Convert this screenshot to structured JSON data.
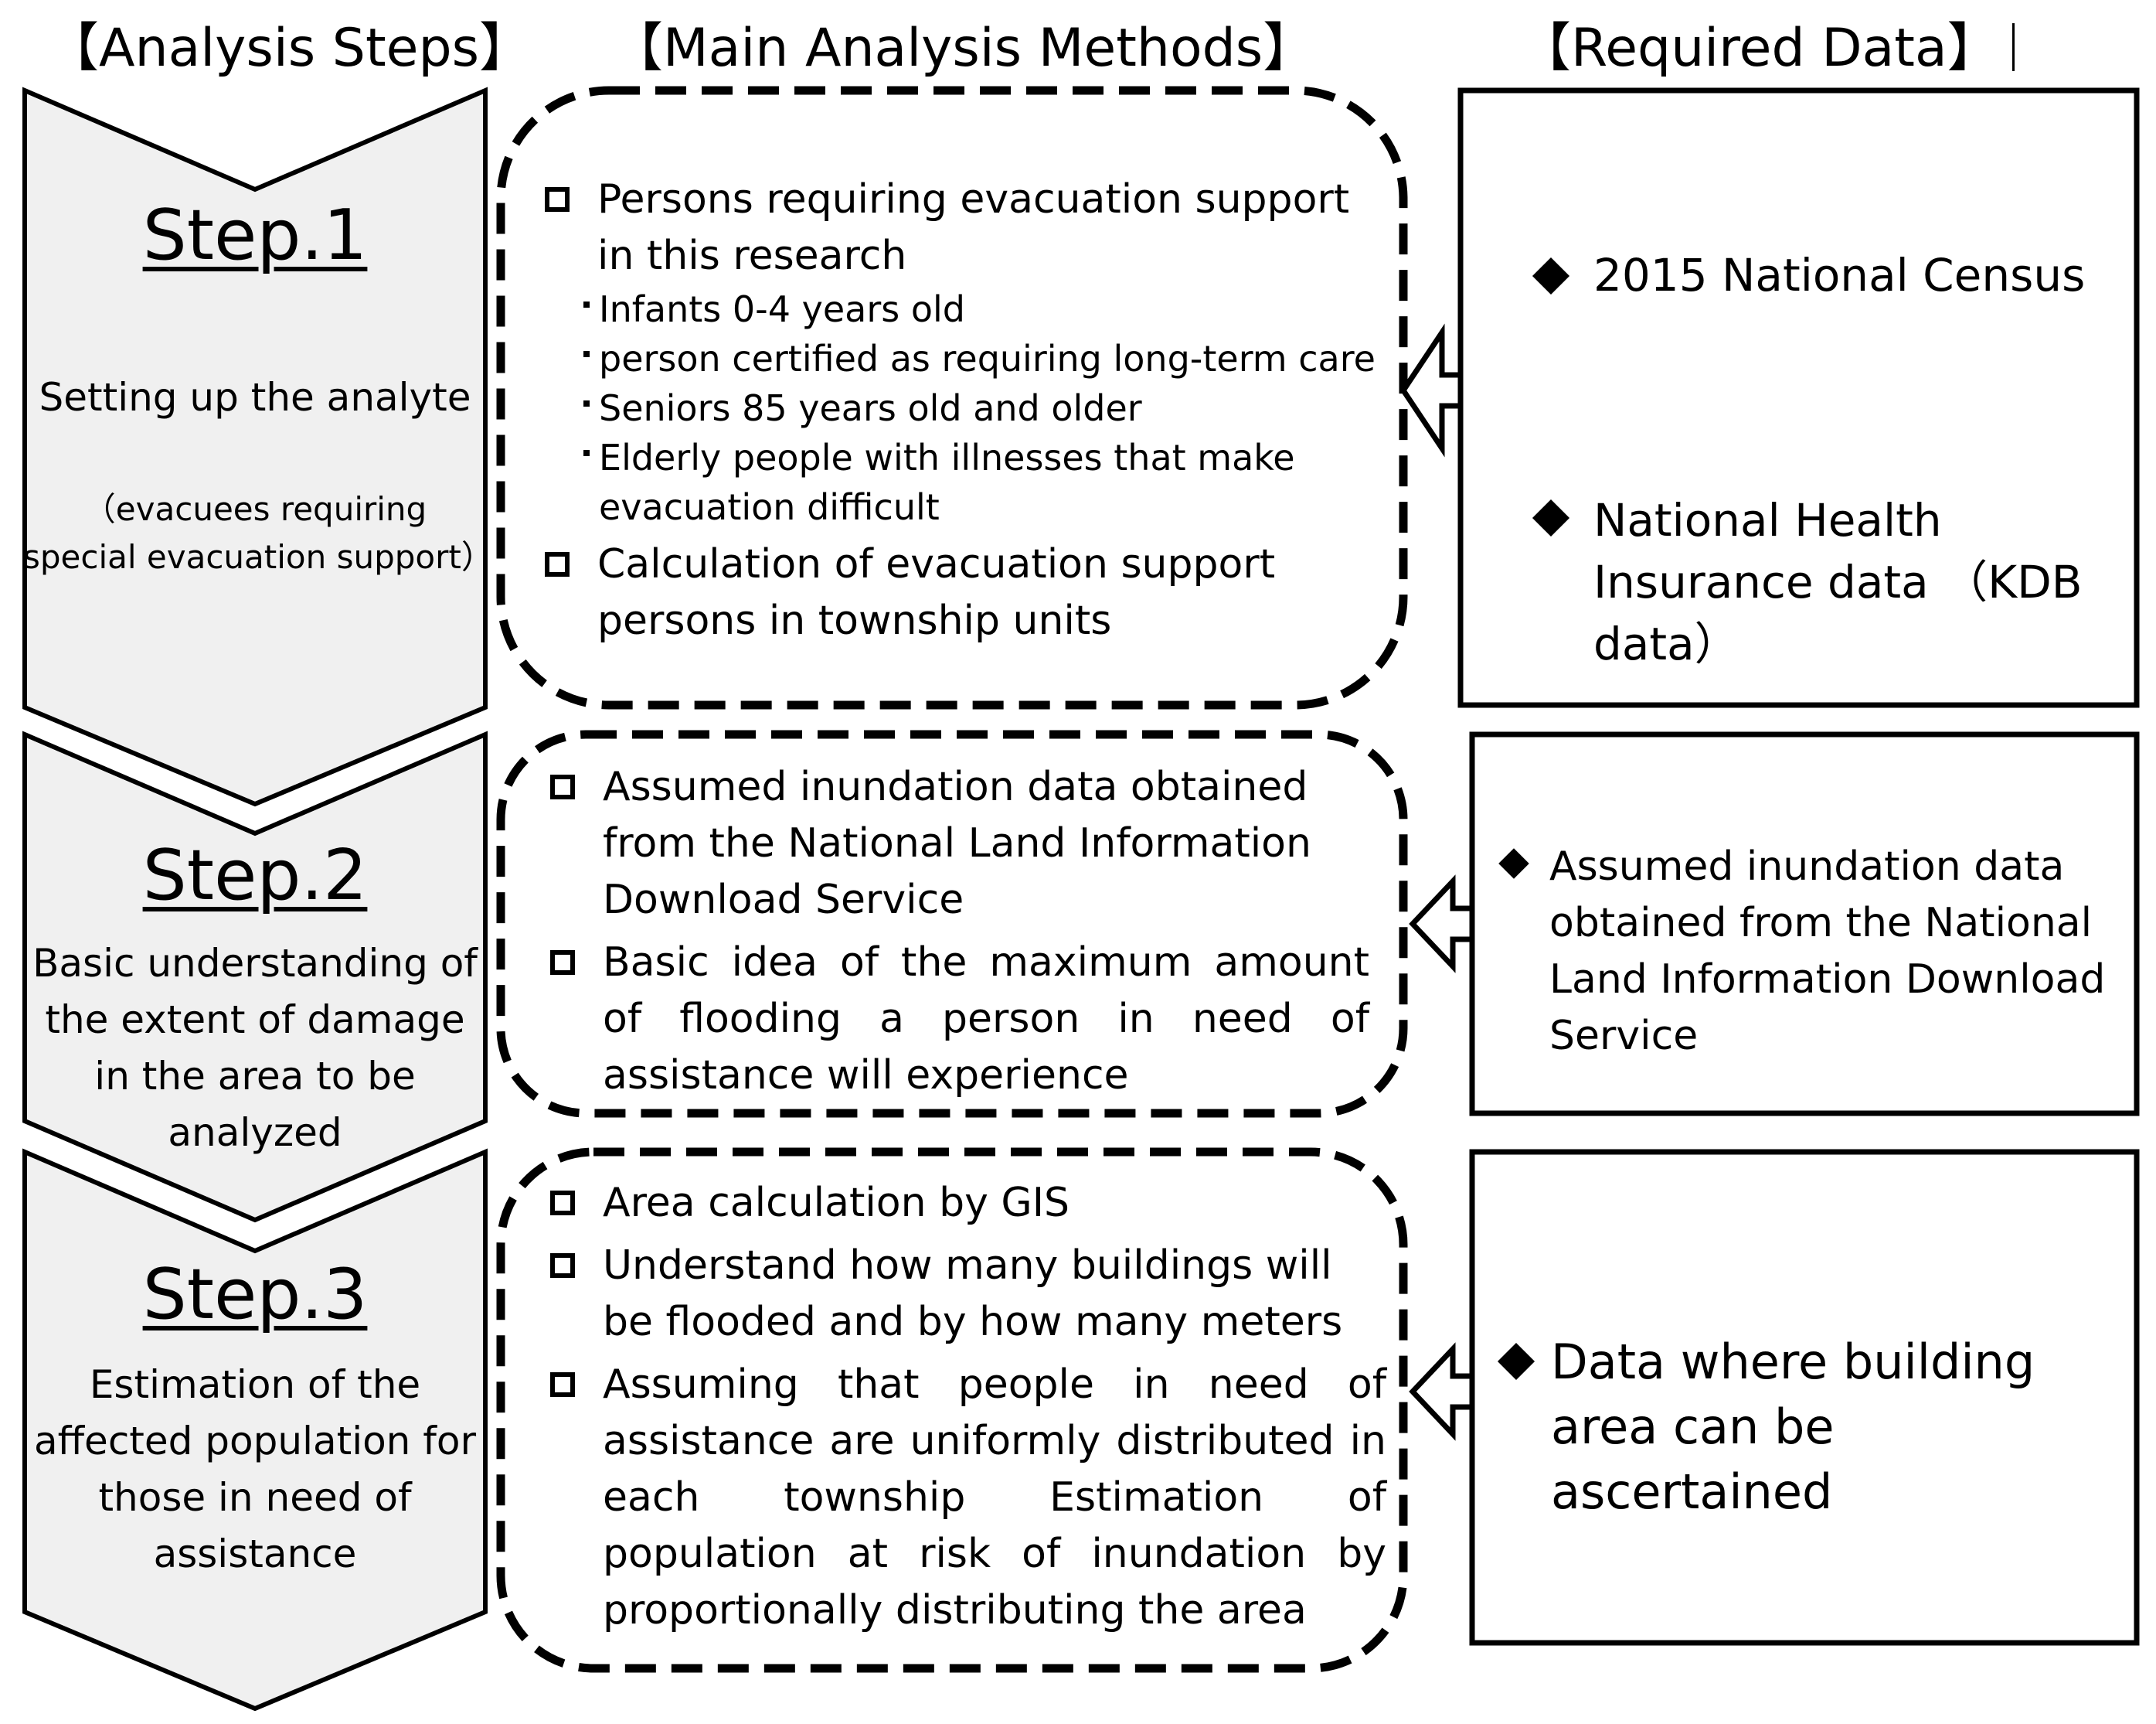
{
  "headers": {
    "steps": "【Analysis Steps】",
    "methods": "【Main Analysis Methods】",
    "data": "【Required Data】"
  },
  "steps": [
    {
      "title": "Step.1",
      "description": "Setting up the analyte",
      "note": "（evacuees requiring special evacuation support）",
      "methods": [
        {
          "text": "Persons requiring evacuation support in this research",
          "bullets": [
            "Infants 0-4 years old",
            "person certified as requiring long-term care",
            "Seniors 85 years old and older",
            "Elderly people with illnesses that make evacuation difficult"
          ]
        },
        {
          "text": "Calculation of evacuation support persons in township units"
        }
      ],
      "required_data": [
        "2015 National Census",
        "National Health Insurance data （KDB data）"
      ]
    },
    {
      "title": "Step.2",
      "description": "Basic understanding of the extent of damage in the area to be analyzed",
      "methods": [
        {
          "text": "Assumed inundation data obtained from the National Land Information Download Service"
        },
        {
          "text": "Basic idea of the maximum amount of flooding a person in need of assistance will experience"
        }
      ],
      "required_data": [
        "Assumed inundation data obtained from the National Land Information Download Service"
      ]
    },
    {
      "title": "Step.3",
      "description": "Estimation of the affected population for those in need of assistance",
      "methods": [
        {
          "text": "Area calculation by GIS"
        },
        {
          "text": "Understand how many buildings will be flooded and by how many meters"
        },
        {
          "text": "Assuming that people in need of assistance are uniformly distributed in each township Estimation of population at risk of inundation by proportionally distributing the area"
        }
      ],
      "required_data": [
        "Data where building area can be ascertained"
      ]
    }
  ]
}
